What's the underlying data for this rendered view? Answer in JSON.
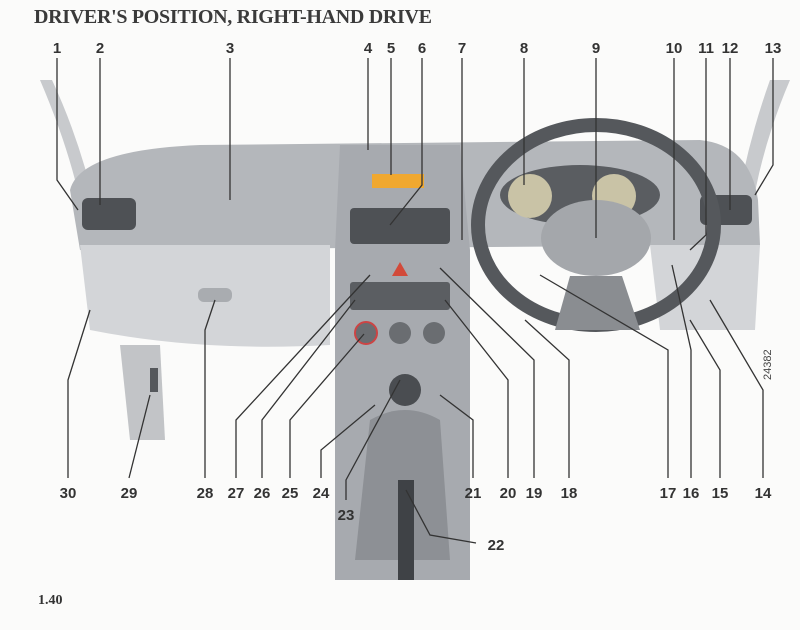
{
  "title": "DRIVER'S POSITION, RIGHT-HAND DRIVE",
  "page_number": "1.40",
  "figure_reference": "24382",
  "callouts": [
    "1",
    "2",
    "3",
    "4",
    "5",
    "6",
    "7",
    "8",
    "9",
    "10",
    "11",
    "12",
    "13",
    "14",
    "15",
    "16",
    "17",
    "18",
    "19",
    "20",
    "21",
    "22",
    "23",
    "24",
    "25",
    "26",
    "27",
    "28",
    "29",
    "30"
  ],
  "colors": {
    "dashboard": "#b9bcc0",
    "dashboard_light": "#d4d6d9",
    "display": "#f0a830",
    "text": "#333333"
  }
}
